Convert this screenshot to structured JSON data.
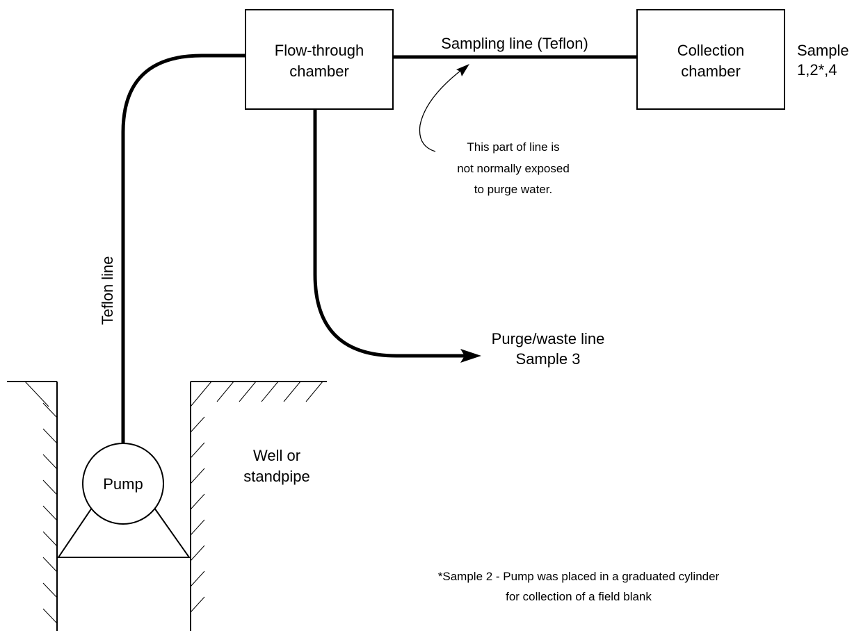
{
  "labels": {
    "flow_chamber_line1": "Flow-through",
    "flow_chamber_line2": "chamber",
    "collection_chamber_line1": "Collection",
    "collection_chamber_line2": "chamber",
    "sample_line1": "Sample",
    "sample_line2": "1,2*,4",
    "sampling_line": "Sampling line (Teflon)",
    "exposure_note_line1": "This part of line is",
    "exposure_note_line2": "not normally exposed",
    "exposure_note_line3": "to purge water.",
    "teflon_line": "Teflon line",
    "purge_line1": "Purge/waste line",
    "purge_line2": "Sample 3",
    "pump": "Pump",
    "well_line1": "Well or",
    "well_line2": "standpipe",
    "footnote_line1": "*Sample 2 - Pump was placed in a graduated cylinder",
    "footnote_line2": "for collection of a field blank"
  },
  "colors": {
    "line": "#000000",
    "background": "#ffffff"
  }
}
